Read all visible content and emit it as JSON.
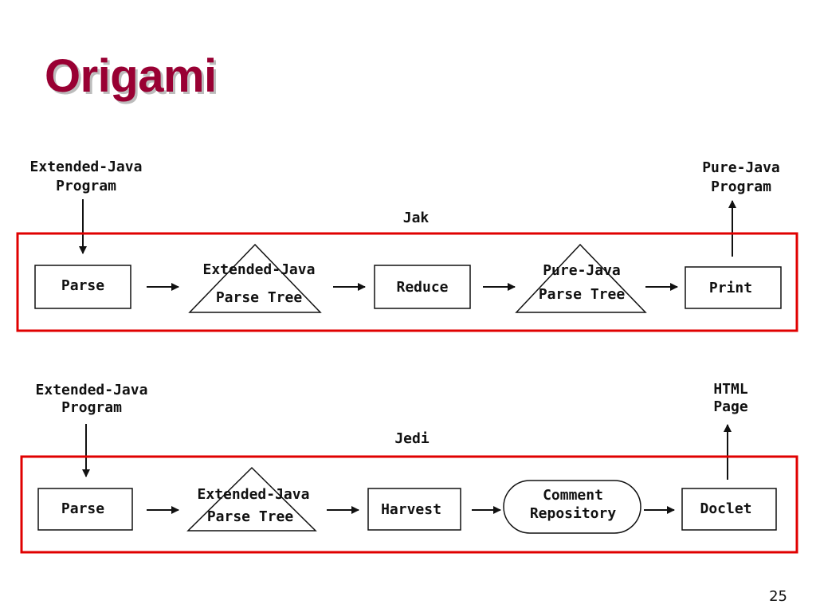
{
  "slide": {
    "title": "Origami",
    "page_number": "25"
  },
  "colors": {
    "title": "#990033",
    "frame": "#e00000",
    "ink": "#111111"
  },
  "jak": {
    "label": "Jak",
    "input_line1": "Extended-Java",
    "input_line2": "Program",
    "output_line1": "Pure-Java",
    "output_line2": "Program",
    "parse": "Parse",
    "tree1_line1": "Extended-Java",
    "tree1_line2": "Parse Tree",
    "reduce": "Reduce",
    "tree2_line1": "Pure-Java",
    "tree2_line2": "Parse Tree",
    "print": "Print"
  },
  "jedi": {
    "label": "Jedi",
    "input_line1": "Extended-Java",
    "input_line2": "Program",
    "output_line1": "HTML",
    "output_line2": "Page",
    "parse": "Parse",
    "tree1_line1": "Extended-Java",
    "tree1_line2": "Parse Tree",
    "harvest": "Harvest",
    "repo_line1": "Comment",
    "repo_line2": "Repository",
    "doclet": "Doclet"
  }
}
